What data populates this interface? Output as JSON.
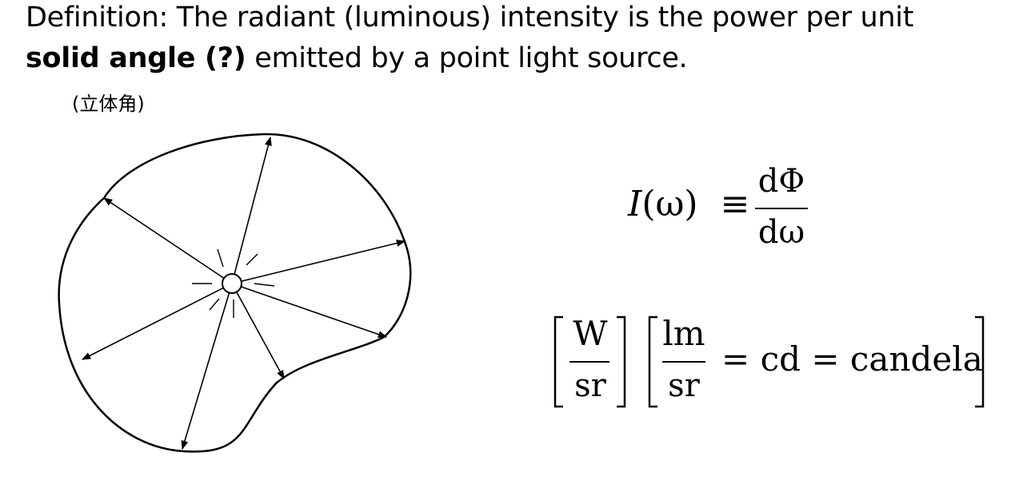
{
  "definition": {
    "line1": "Definition: The radiant (luminous) intensity is the power per unit",
    "line2_bold": "solid angle (?)",
    "line2_rest": " emitted by a point light source.",
    "note": "(立体角)"
  },
  "formula": {
    "lhs_I": "I",
    "lhs_arg": "(ω)",
    "equiv": "≡",
    "numerator": "dΦ",
    "denominator": "dω"
  },
  "units": {
    "unit1_num": "W",
    "unit1_den": "sr",
    "unit2_num": "lm",
    "unit2_den": "sr",
    "eq1": "=",
    "cd": "cd",
    "eq2": "=",
    "candela": "candela"
  }
}
